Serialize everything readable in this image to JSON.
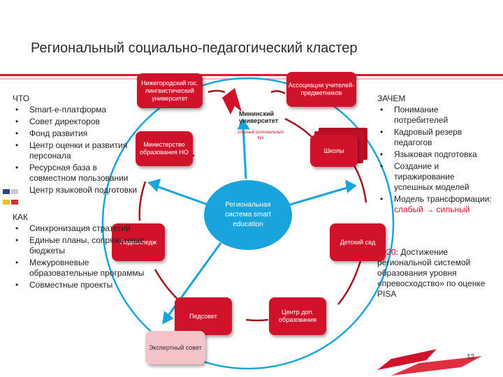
{
  "title": "Региональный социально-педагогический кластер",
  "left": {
    "what_head": "ЧТО",
    "what_items": [
      "Smart-e-платформа",
      "Совет директоров",
      "Фонд развития",
      "Центр оценки и развития персонала",
      "Ресурсная база в совместном пользовании",
      "Центр языковой подготовки"
    ],
    "how_head": "КАК",
    "how_items": [
      "Синхронизация стратегий",
      "Единые планы, сопряженные бюджеты",
      "Межуровневые образовательные программы",
      "Совместные проекты"
    ]
  },
  "right": {
    "why_head": "ЗАЧЕМ",
    "why_items": [
      "Понимание потребителей",
      "Кадровый резерв педагогов",
      "Языковая подготовка",
      "Создание и тиражирование успешных моделей",
      "Модель трансформации:"
    ],
    "transform": "слабый → сильный",
    "goal_year": "2020",
    "goal_text": ": Достижение региональной системой образования уровня «превосходство» по оценке PISA"
  },
  "diagram": {
    "center": "Региональная система smart education",
    "nodes": {
      "university": "Нижегородский гос. лингвистический университет",
      "associations": "Ассоциации учителей-предметников",
      "ministry": "Министерство образования НО",
      "schools": "Школы",
      "college": "Педколледж",
      "kindergarten": "Детский сад",
      "pedsovet": "Педсовет",
      "center_dop": "Центр доп. образования",
      "expert": "Экспертный совет"
    },
    "logo_name": "Мининский университет",
    "logo_sub": "опорный региональный вуз"
  },
  "colors": {
    "accent": "#d1122b",
    "circle": "#1aa4dd"
  },
  "page_number": "12"
}
